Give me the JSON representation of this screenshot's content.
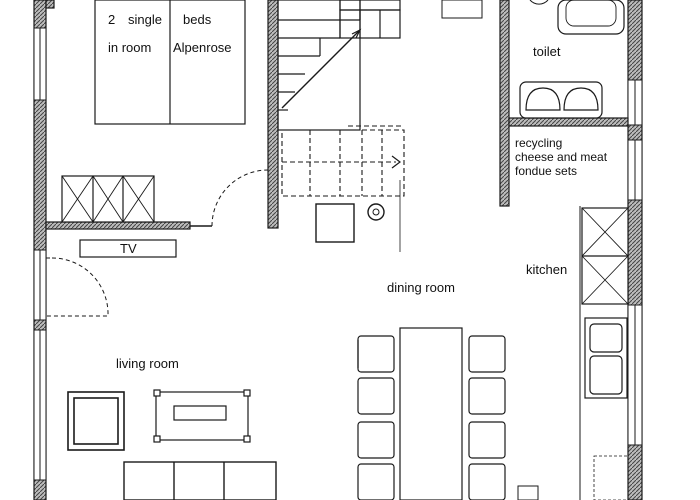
{
  "labels": {
    "bedroom_count": "2",
    "bedroom_single": "single",
    "bedroom_beds": "beds",
    "bedroom_in_room": "in room",
    "bedroom_name": "Alpenrose",
    "toilet": "toilet",
    "recycling": "recycling",
    "fondue_line1": "cheese and meat",
    "fondue_line2": "fondue sets",
    "tv": "TV",
    "kitchen": "kitchen",
    "dining_room": "dining room",
    "living_room": "living room"
  },
  "colors": {
    "ink": "#1a1a1a",
    "wall_hatch": "#555555",
    "paper": "#ffffff"
  }
}
